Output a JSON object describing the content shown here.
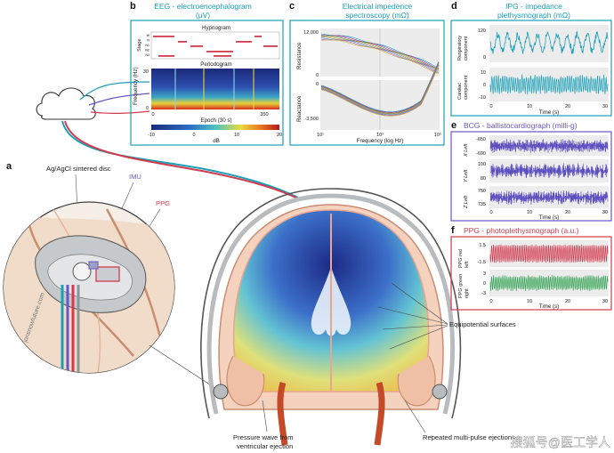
{
  "panels": {
    "a": {
      "letter": "a",
      "labels": {
        "sensor": "Ag/AgCl sintered disc",
        "imu": "IMU",
        "ppg": "PPG",
        "pressure": "Pressure wave from",
        "pressure2": "ventricular ejection",
        "equipotential": "Equipotential surfaces",
        "repeated": "Repeated multi-pulse ejections",
        "signature": "jonsnowfuture.com"
      }
    },
    "b": {
      "letter": "b",
      "title": "EEG - electroencephalogram",
      "unit": "(μV)",
      "hypnogram": {
        "title": "Hypnogram",
        "ylabel": "Stage",
        "stages": [
          "W",
          "R",
          "N1",
          "N2",
          "N3"
        ]
      },
      "periodogram": {
        "title": "Periodogram",
        "ylabel": "Frequency (Hz)",
        "yticks": [
          "30",
          "0"
        ],
        "xlabel": "Epoch (30 s)",
        "xticks": [
          "0",
          "350"
        ]
      },
      "colorbar": {
        "ticks": [
          "-10",
          "0",
          "10",
          "20"
        ],
        "label": "dB"
      }
    },
    "c": {
      "letter": "c",
      "title": "Electrical impedence",
      "title2": "spectroscopy (mΩ)",
      "top": {
        "ylabel": "Resistance",
        "yticks": [
          "12,000",
          "0"
        ]
      },
      "bottom": {
        "ylabel": "Reactance",
        "yticks": [
          "0",
          "-3,500"
        ]
      },
      "xticks": [
        "10¹",
        "10³",
        "10⁵"
      ],
      "xlabel": "Frequency (log Hz)"
    },
    "d": {
      "letter": "d",
      "title": "IPG - impedance",
      "title2": "plethysmograph (mΩ)",
      "top": {
        "ylabel1": "Respiratory",
        "ylabel2": "component",
        "yticks": [
          "120",
          "0"
        ]
      },
      "bottom": {
        "ylabel1": "Cardiac",
        "ylabel2": "component",
        "yticks": [
          "10",
          "0",
          "-10"
        ]
      },
      "xticks": [
        "0",
        "10",
        "20",
        "30"
      ],
      "xlabel": "Time (s)"
    },
    "e": {
      "letter": "e",
      "title": "BCG - ballistocardiograph (milli-g)",
      "rows": [
        {
          "ylabel": "X Left",
          "yticks": [
            "-650",
            "-690"
          ]
        },
        {
          "ylabel": "Y Left",
          "yticks": [
            "100",
            "80"
          ]
        },
        {
          "ylabel": "Z Left",
          "yticks": [
            "750",
            "735"
          ]
        }
      ],
      "xticks": [
        "0",
        "10",
        "20",
        "30"
      ],
      "xlabel": "Time (s)"
    },
    "f": {
      "letter": "f",
      "title": "PPG - photoplethysmograph (a.u.)",
      "rows": [
        {
          "ylabel1": "PPG red",
          "ylabel2": "left",
          "yticks": [
            "1.5",
            "-1.5"
          ]
        },
        {
          "ylabel1": "PPG green",
          "ylabel2": "right",
          "yticks": [
            "3",
            "0",
            "-3"
          ]
        }
      ],
      "xticks": [
        "0",
        "10",
        "20",
        "30"
      ],
      "xlabel": "Time (s)"
    }
  },
  "watermark": "搜狐号@医工学人",
  "colors": {
    "teal": "#1aa0b8",
    "purple": "#6a55c4",
    "red": "#d23b4e",
    "green": "#3aa55a",
    "bcg": "#5b4cc0"
  }
}
